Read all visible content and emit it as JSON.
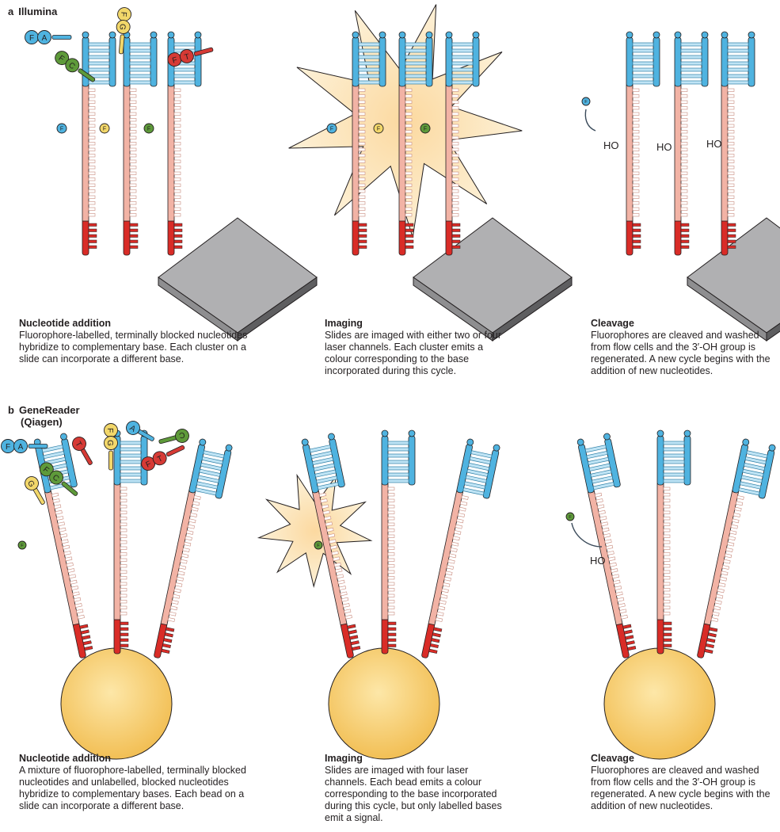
{
  "panels": [
    {
      "letter": "a",
      "name": "Illumina",
      "subname": ""
    },
    {
      "letter": "b",
      "name": "GeneReader",
      "subname": "(Qiagen)"
    }
  ],
  "captions": [
    {
      "title": "Nucleotide addition",
      "body": "Fluorophore-labelled, terminally blocked nucleotides hybridize to complementary base. Each cluster on a slide can incorporate a different base."
    },
    {
      "title": "Imaging",
      "body": "Slides are imaged with either two or four laser channels. Each cluster emits a colour corresponding to the base incorporated during this cycle."
    },
    {
      "title": "Cleavage",
      "body": "Fluorophores are cleaved and washed from flow cells and the 3′-OH group is regenerated. A new cycle begins with the addition of new nucleotides."
    },
    {
      "title": "Nucleotide addition",
      "body": "A mixture of fluorophore-labelled, terminally blocked nucleotides and unlabelled, blocked nucleotides hybridize to complementary bases. Each bead on a slide can incorporate a different base."
    },
    {
      "title": "Imaging",
      "body": "Slides are imaged with four laser channels. Each bead emits a colour corresponding to the base incorporated during this cycle, but only labelled bases emit a signal."
    },
    {
      "title": "Cleavage",
      "body": "Fluorophores are cleaved and washed from flow cells and the 3′-OH group is regenerated. A new cycle begins with the addition of new nucleotides."
    }
  ],
  "labels": {
    "fluorophore": "F",
    "hydroxyl": "HO",
    "bases": [
      "A",
      "C",
      "G",
      "T"
    ]
  },
  "colors": {
    "A": "#4fb3e0",
    "C": "#5e9a3a",
    "G": "#f2d76a",
    "T": "#d63a35",
    "template": "#f2b3a5",
    "anchor": "#d92c27",
    "slide": "#b0b0b2",
    "bead": "#f4c96a",
    "flash": "#fbe9b6"
  }
}
